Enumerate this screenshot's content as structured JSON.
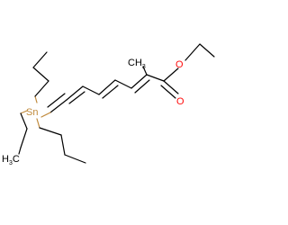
{
  "molecule": {
    "atoms": {
      "tin": "Sn",
      "carbonyl_oxygen": "O",
      "ester_oxygen": "O",
      "methyl": {
        "main": "CH",
        "sub": "3"
      },
      "butyl_lower_end": {
        "main": "H",
        "sub": "3",
        "tail": "C"
      }
    },
    "colors": {
      "bond": "#000000",
      "tin": "#c08a3c",
      "oxygen": "#ff0d0d",
      "carbon_label": "#000000"
    }
  }
}
